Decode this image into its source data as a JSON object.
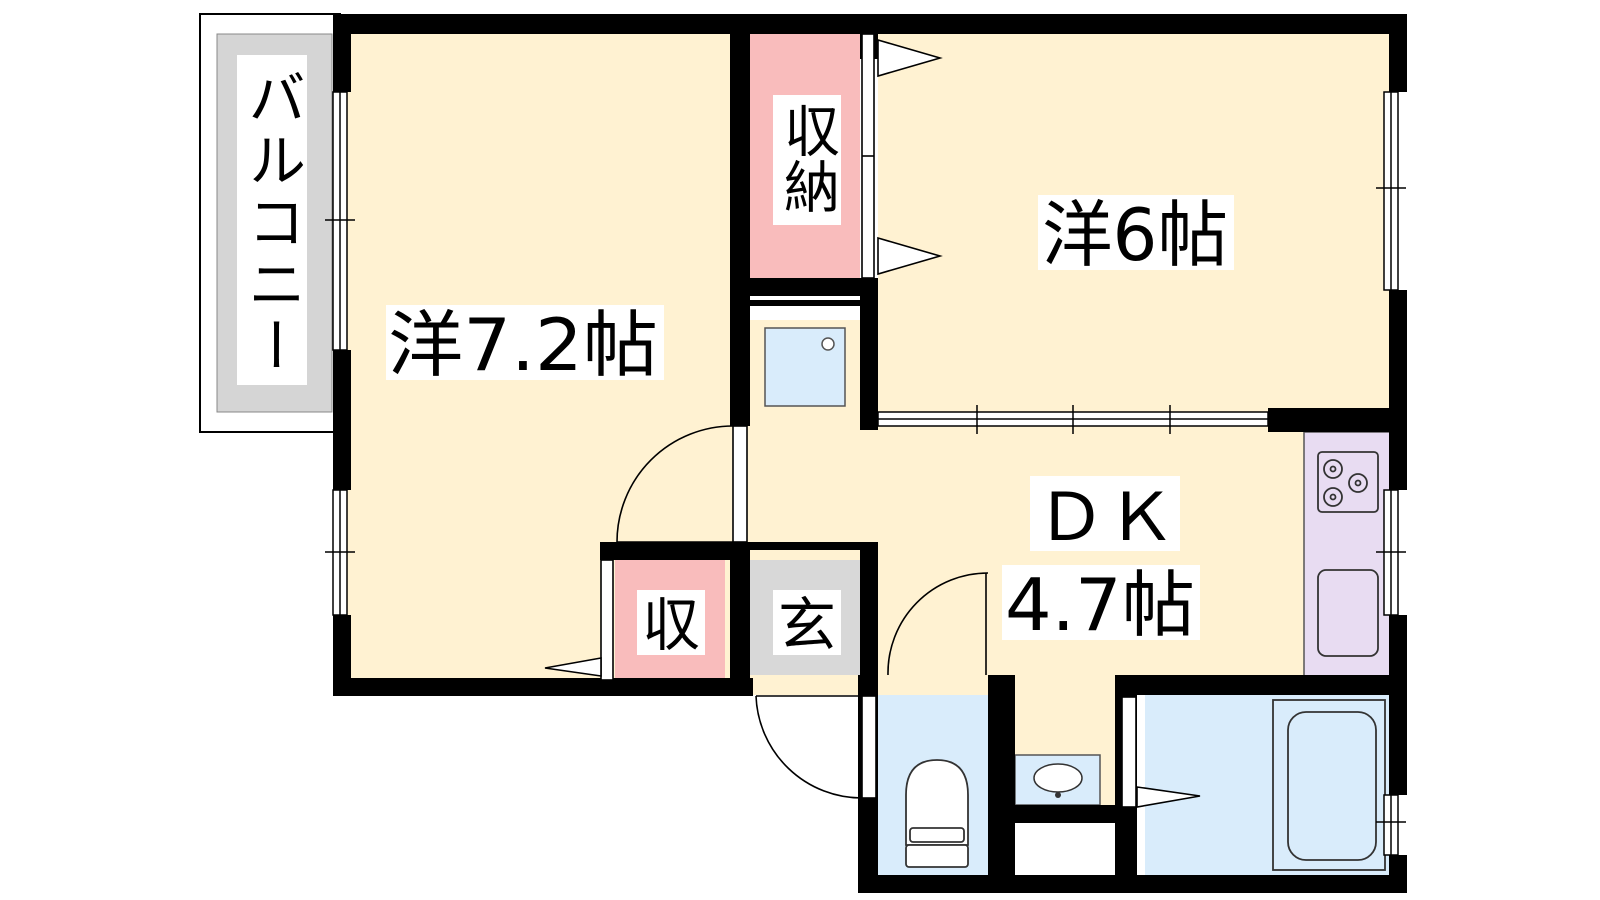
{
  "floorplan": {
    "rooms": {
      "balcony": "バルコニー",
      "western_a": "洋7.2帖",
      "western_b": "洋6帖",
      "closet_big": "収納",
      "closet_small": "収",
      "entrance": "玄",
      "dk_name": "ＤＫ",
      "dk_size": "4.7帖"
    },
    "colors": {
      "room_fill": "#fff2d2",
      "closet_fill": "#f9bcbc",
      "wet_fill": "#d9ecfb",
      "kitchen_fill": "#e8dcf2",
      "entrance_fill": "#d8d8d8",
      "balcony_fill": "#d5d5d5",
      "wall": "#000000"
    }
  }
}
